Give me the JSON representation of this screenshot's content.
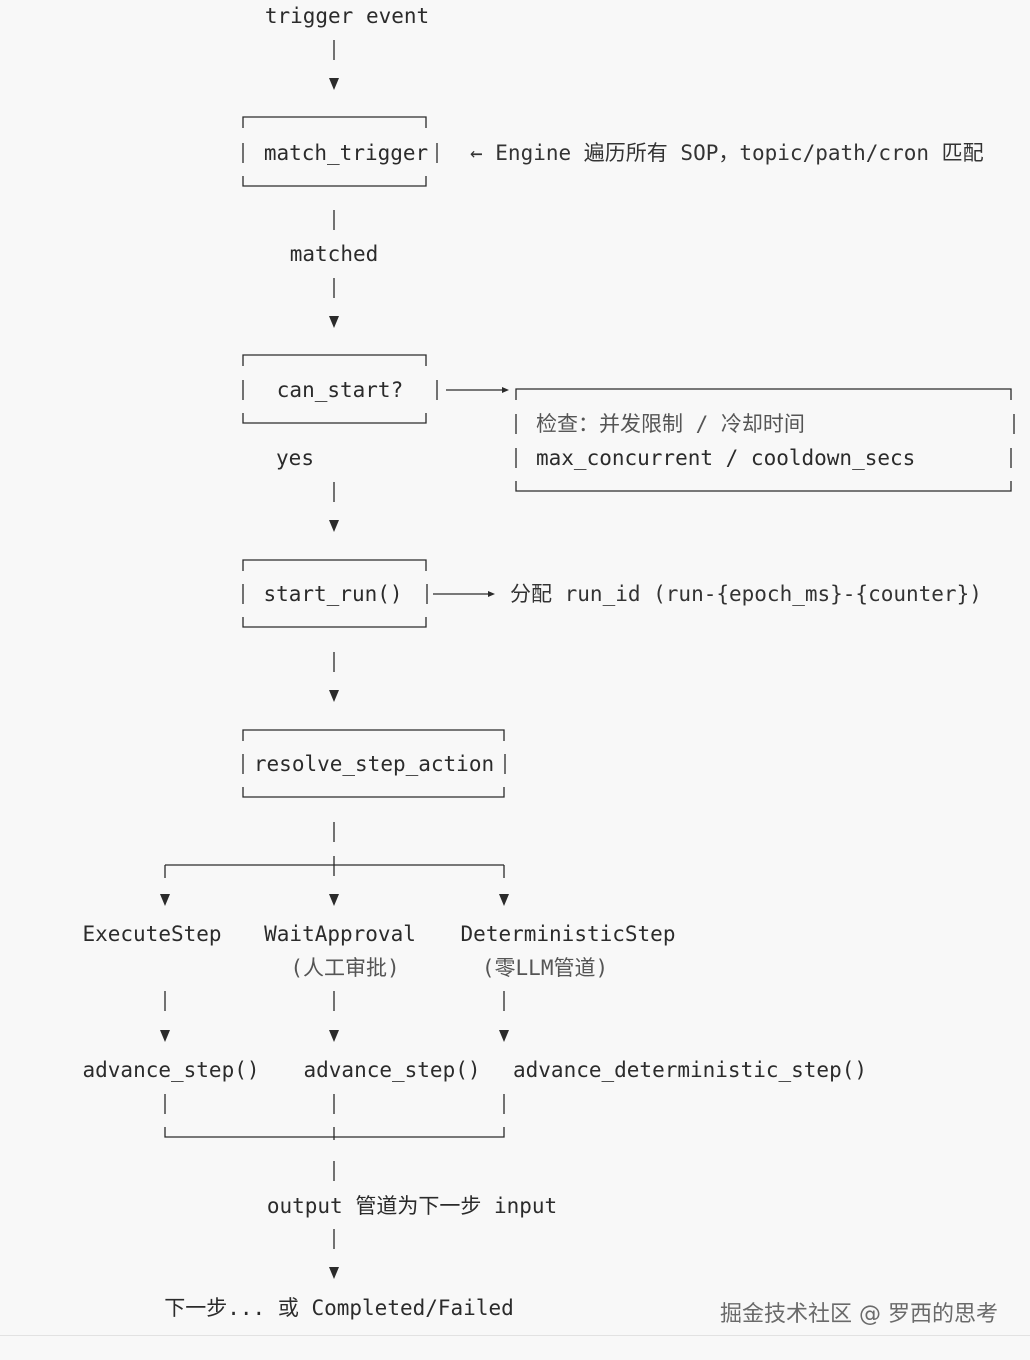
{
  "nodes": {
    "trigger_event": "trigger event",
    "match_trigger": "match_trigger",
    "match_trigger_note": "← Engine 遍历所有 SOP，topic/path/cron 匹配",
    "matched": "matched",
    "can_start": "can_start?",
    "check_line1": "检查：并发限制 / 冷却时间",
    "check_line2": "max_concurrent / cooldown_secs",
    "yes": "yes",
    "start_run": "start_run()",
    "start_run_note": "分配 run_id (run-{epoch_ms}-{counter})",
    "resolve_step_action": "resolve_step_action",
    "execute_step": "ExecuteStep",
    "wait_approval": "WaitApproval",
    "wait_approval_sub": "(人工审批)",
    "deterministic_step": "DeterministicStep",
    "deterministic_step_sub": "(零LLM管道)",
    "advance_step_1": "advance_step()",
    "advance_step_2": "advance_step()",
    "advance_deterministic_step": "advance_deterministic_step()",
    "output_pipe": "output 管道为下一步 input",
    "next_or_done": "下一步... 或 Completed/Failed"
  },
  "watermark": "掘金技术社区 @ 罗西的思考"
}
